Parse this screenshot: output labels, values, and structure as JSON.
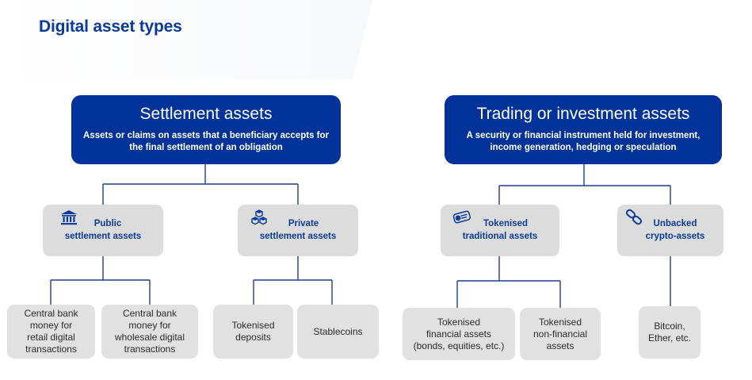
{
  "title": "Digital asset types",
  "settlement": {
    "title": "Settlement assets",
    "description": "Assets or claims on assets that a beneficiary accepts for the final settlement of an obligation",
    "categories": [
      {
        "line1": "Public",
        "line2": "settlement assets",
        "icon": "bank-icon",
        "leaves": [
          "Central bank\nmoney for\nretail digital\ntransactions",
          "Central bank\nmoney for\nwholesale digital\ntransactions"
        ]
      },
      {
        "line1": "Private",
        "line2": "settlement assets",
        "icon": "cubes-icon",
        "leaves": [
          "Tokenised\ndeposits",
          "Stablecoins"
        ]
      }
    ]
  },
  "trading": {
    "title": "Trading or investment assets",
    "description": "A security or financial instrument held for investment, income generation, hedging or speculation",
    "categories": [
      {
        "line1": "Tokenised",
        "line2": "traditional assets",
        "icon": "certificate-icon",
        "leaves": [
          "Tokenised\nfinancial assets\n(bonds, equities, etc.)",
          "Tokenised\nnon-financial\nassets"
        ]
      },
      {
        "line1": "Unbacked",
        "line2": "crypto-assets",
        "icon": "chain-link-icon",
        "leaves": [
          "Bitcoin,\nEther, etc."
        ]
      }
    ]
  },
  "colors": {
    "primary": "#003399",
    "title_text": "#0a3a9c",
    "category_fill": "#dcdcdc",
    "leaf_fill": "#e1e1e1",
    "connector": "#1a3f8f"
  }
}
